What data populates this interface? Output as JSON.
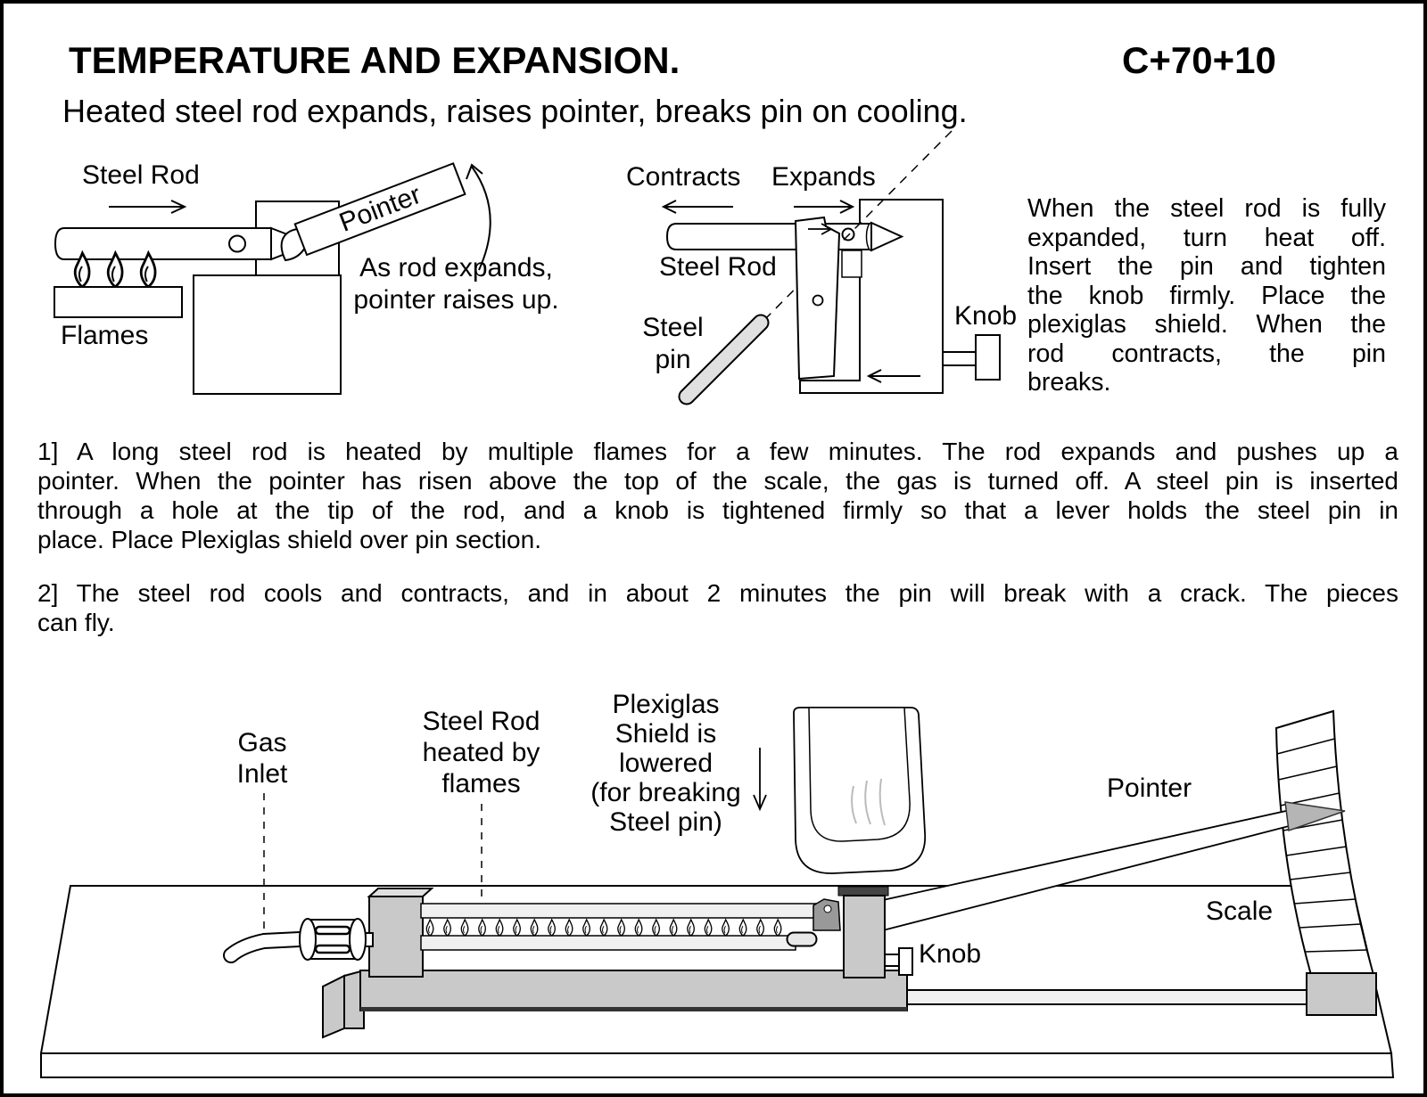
{
  "header": {
    "title": "TEMPERATURE AND EXPANSION.",
    "code": "C+70+10",
    "subtitle": "Heated steel rod expands, raises pointer, breaks pin on cooling."
  },
  "fig1": {
    "steel_rod": "Steel Rod",
    "pointer": "Pointer",
    "caption1": "As rod expands,",
    "caption2": "pointer raises up.",
    "flames": "Flames"
  },
  "fig2": {
    "contracts": "Contracts",
    "expands": "Expands",
    "steel_rod": "Steel Rod",
    "steel_pin_1": "Steel",
    "steel_pin_2": "pin",
    "knob": "Knob"
  },
  "note": {
    "lines": [
      "When the steel rod is fully",
      "expanded, turn heat off.",
      "Insert the pin and tighten",
      "the knob firmly. Place the",
      "plexiglas shield. When the",
      "rod contracts, the pin",
      "breaks."
    ]
  },
  "step1": {
    "lines": [
      "1] A long steel rod  is heated by multiple flames for a few minutes. The rod expands and pushes up a",
      "pointer. When the pointer has risen above the top of the scale, the gas is turned off. A steel pin is inserted",
      "through a hole at the tip of the rod, and a knob is tightened firmly so that a lever holds the steel pin in",
      "place. Place Plexiglas shield over pin section."
    ]
  },
  "step2": {
    "lines": [
      "2] The steel rod cools and contracts, and in about 2 minutes the pin will break with a crack. The pieces",
      "can fly."
    ]
  },
  "fig3": {
    "gas_1": "Gas",
    "gas_2": "Inlet",
    "rod_1": "Steel Rod",
    "rod_2": "heated by",
    "rod_3": "flames",
    "shield_1": "Plexiglas",
    "shield_2": "Shield is",
    "shield_3": "lowered",
    "shield_4": "(for breaking",
    "shield_5": "Steel pin)",
    "pointer": "Pointer",
    "scale": "Scale",
    "knob": "Knob"
  },
  "colors": {
    "ink": "#000000",
    "metal_gray": "#c9c9c9",
    "light_gray": "#f0f0f0",
    "pin_gray": "#e0e0e0",
    "arrowhead_gray": "#b5b5b5"
  }
}
